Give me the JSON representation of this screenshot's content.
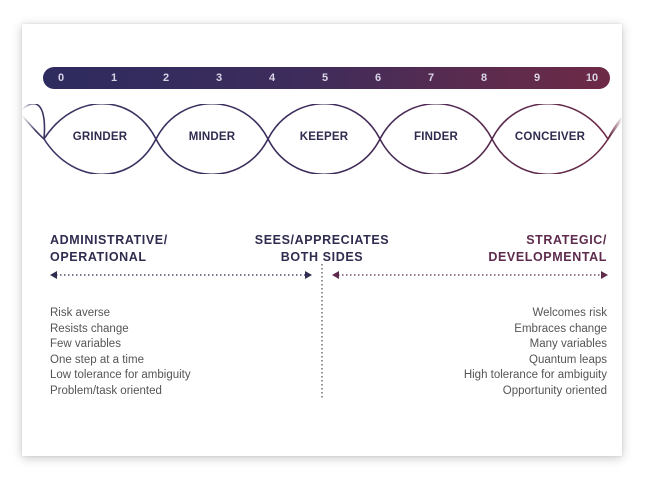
{
  "scale": {
    "ticks": [
      "0",
      "1",
      "2",
      "3",
      "4",
      "5",
      "6",
      "7",
      "8",
      "9",
      "10"
    ],
    "colors": {
      "start": "#2e2b5f",
      "end": "#6d2a46"
    }
  },
  "types": [
    "GRINDER",
    "MINDER",
    "KEEPER",
    "FINDER",
    "CONCEIVER"
  ],
  "headings": {
    "left": [
      "ADMINISTRATIVE/",
      "OPERATIONAL"
    ],
    "center": [
      "SEES/APPRECIATES",
      "BOTH SIDES"
    ],
    "right": [
      "STRATEGIC/",
      "DEVELOPMENTAL"
    ]
  },
  "traits": {
    "left": [
      "Risk averse",
      "Resists change",
      "Few variables",
      "One step at a time",
      "Low tolerance for ambiguity",
      "Problem/task oriented"
    ],
    "right": [
      "Welcomes risk",
      "Embraces change",
      "Many variables",
      "Quantum leaps",
      "High tolerance for ambiguity",
      "Opportunity oriented"
    ]
  }
}
